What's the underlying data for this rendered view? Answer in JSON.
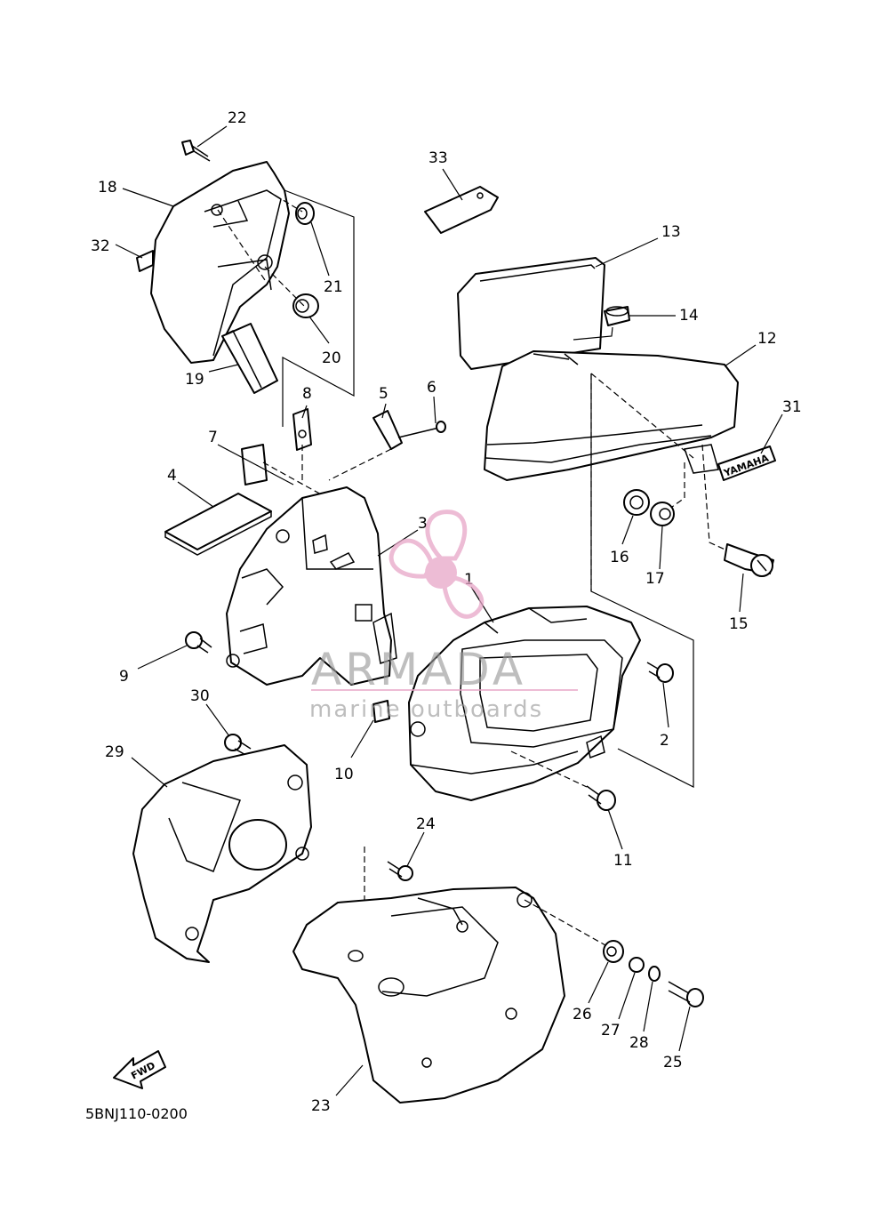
{
  "diagram": {
    "code": "5BNJ110-0200",
    "fwd_label": "FWD",
    "emblem_text": "YAMAHA",
    "callouts": [
      "22",
      "18",
      "32",
      "21",
      "20",
      "19",
      "33",
      "13",
      "14",
      "12",
      "31",
      "8",
      "5",
      "6",
      "7",
      "4",
      "3",
      "1",
      "16",
      "17",
      "15",
      "9",
      "30",
      "29",
      "10",
      "2",
      "11",
      "24",
      "26",
      "27",
      "28",
      "25",
      "23"
    ]
  },
  "watermark": {
    "brand": "ARMADA",
    "tagline": "marine outboards",
    "color": "#e8a6c8"
  }
}
